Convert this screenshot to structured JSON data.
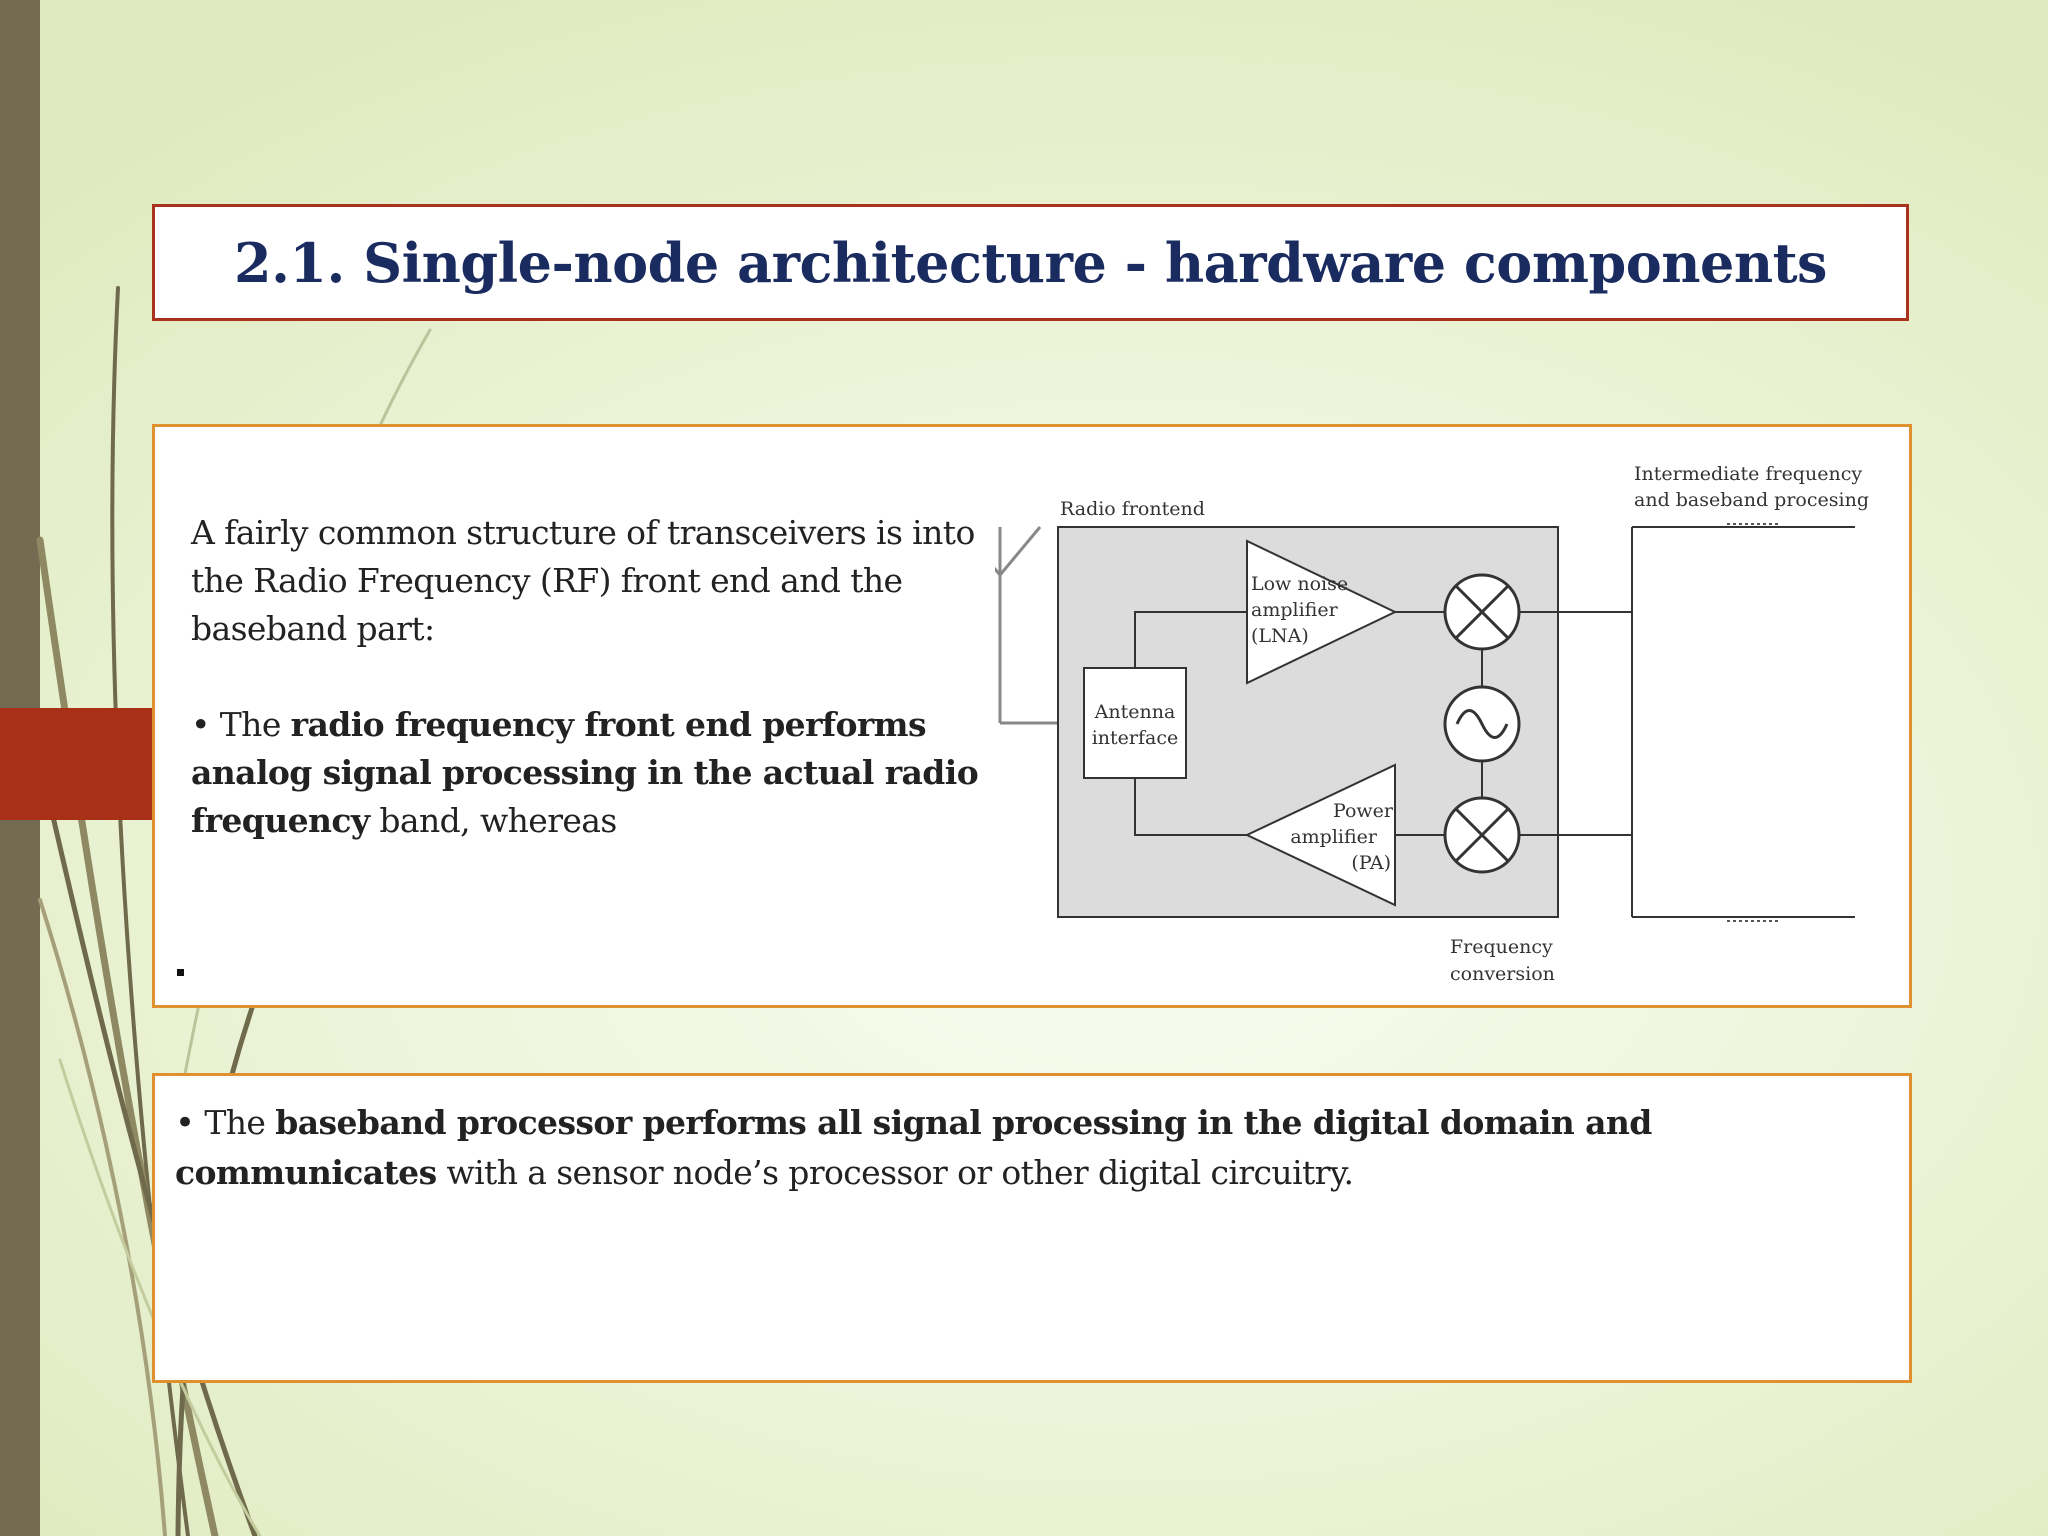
{
  "slide": {
    "title": "2.1. Single-node architecture - hardware components"
  },
  "content": {
    "intro": "A fairly common structure of transceivers is into the Radio Frequency (RF) front end and the baseband part:",
    "rf_bullet": {
      "marker": "•",
      "lead": "The",
      "bold": "radio frequency front end performs analog signal processing in the actual radio frequency",
      "rest": "band, whereas"
    }
  },
  "diagram": {
    "labels": {
      "radio_frontend": "Radio frontend",
      "if_baseband_line1": "Intermediate frequency",
      "if_baseband_line2": "and baseband procesing",
      "antenna_interface_line1": "Antenna",
      "antenna_interface_line2": "interface",
      "lna_line1": "Low noise",
      "lna_line2": "amplifier",
      "lna_line3": "(LNA)",
      "pa_line1": "Power",
      "pa_line2": "amplifier",
      "pa_line3": "(PA)",
      "freq_conv_line1": "Frequency",
      "freq_conv_line2": "conversion"
    }
  },
  "baseband": {
    "marker": "•",
    "lead": "The",
    "bold": "baseband processor performs all signal processing in the digital domain and communicates",
    "rest": "with a sensor node’s processor or other digital circuitry."
  }
}
